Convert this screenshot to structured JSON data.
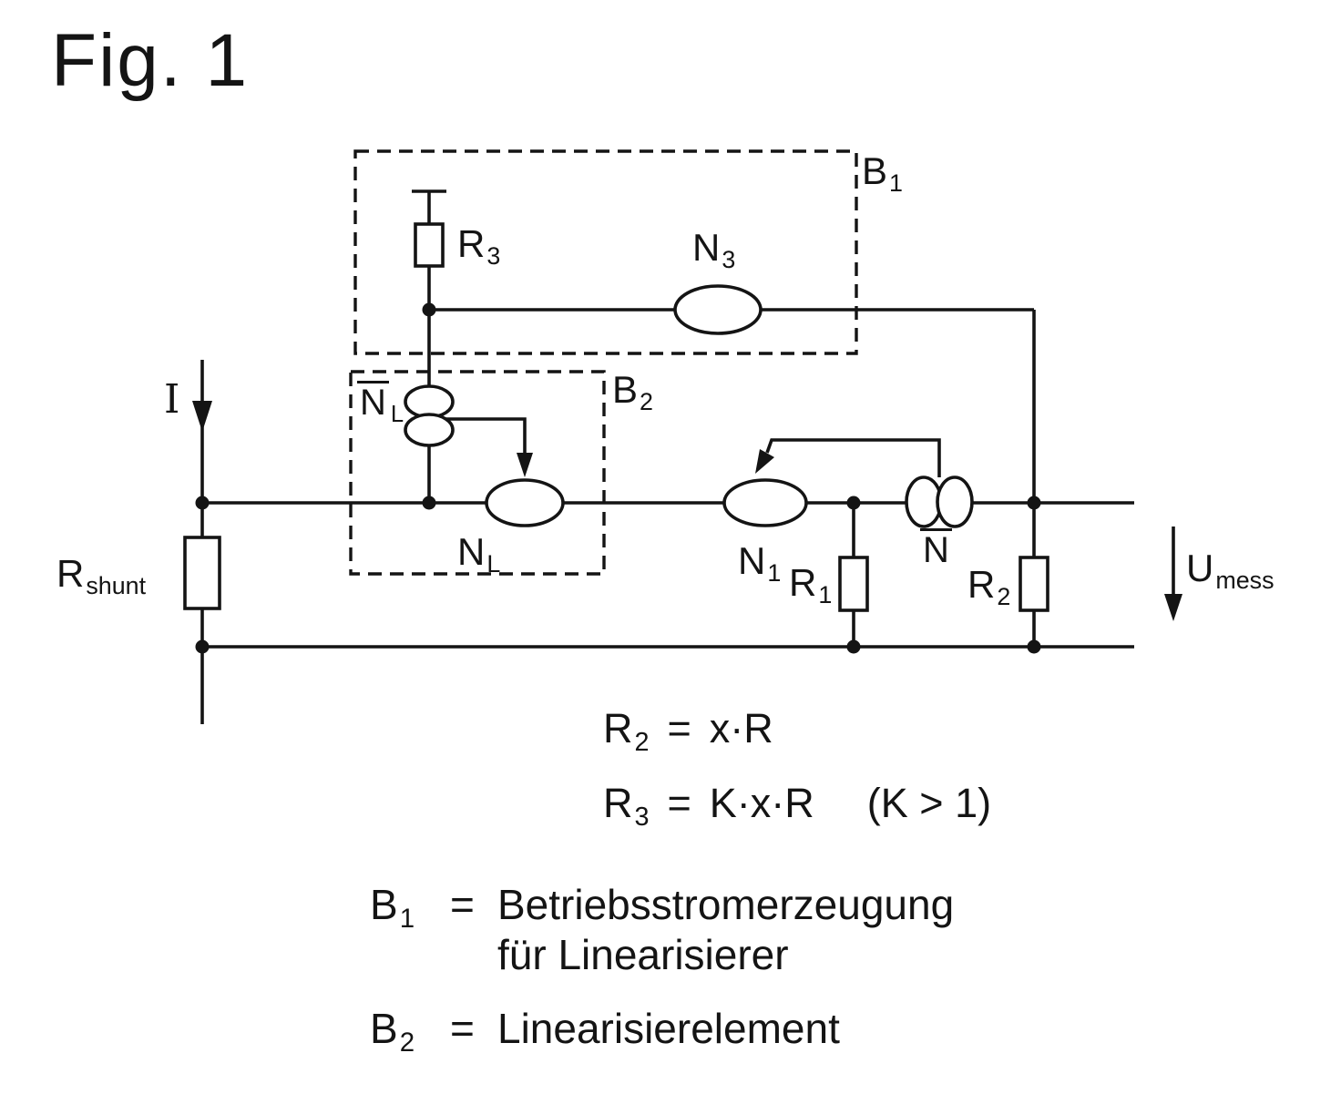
{
  "figure": {
    "title": "Fig. 1"
  },
  "blocks": {
    "b1": {
      "base": "B",
      "sub": "1"
    },
    "b2": {
      "base": "B",
      "sub": "2"
    }
  },
  "components": {
    "current": {
      "base": "I"
    },
    "r_shunt": {
      "base": "R",
      "sub": "shunt"
    },
    "r3": {
      "base": "R",
      "sub": "3"
    },
    "n3": {
      "base": "N",
      "sub": "3"
    },
    "nl_bar": {
      "base": "N",
      "sub": "L"
    },
    "nl": {
      "base": "N",
      "sub": "L"
    },
    "n1": {
      "base": "N",
      "sub": "1"
    },
    "n_bar": {
      "base": "N"
    },
    "r1": {
      "base": "R",
      "sub": "1"
    },
    "r2": {
      "base": "R",
      "sub": "2"
    },
    "u_mess": {
      "base": "U",
      "sub": "mess"
    }
  },
  "equations": {
    "eq1": {
      "lhs_base": "R",
      "lhs_sub": "2",
      "equals": "=",
      "rhs": "x·R"
    },
    "eq2": {
      "lhs_base": "R",
      "lhs_sub": "3",
      "equals": "=",
      "rhs": "K·x·R",
      "note": "(K > 1)"
    }
  },
  "legend": {
    "items": [
      {
        "term_base": "B",
        "term_sub": "1",
        "eq": "=",
        "lines": [
          "Betriebsstromerzeugung",
          "für Linearisierer"
        ]
      },
      {
        "term_base": "B",
        "term_sub": "2",
        "eq": "=",
        "lines": [
          "Linearisierelement"
        ]
      }
    ]
  }
}
